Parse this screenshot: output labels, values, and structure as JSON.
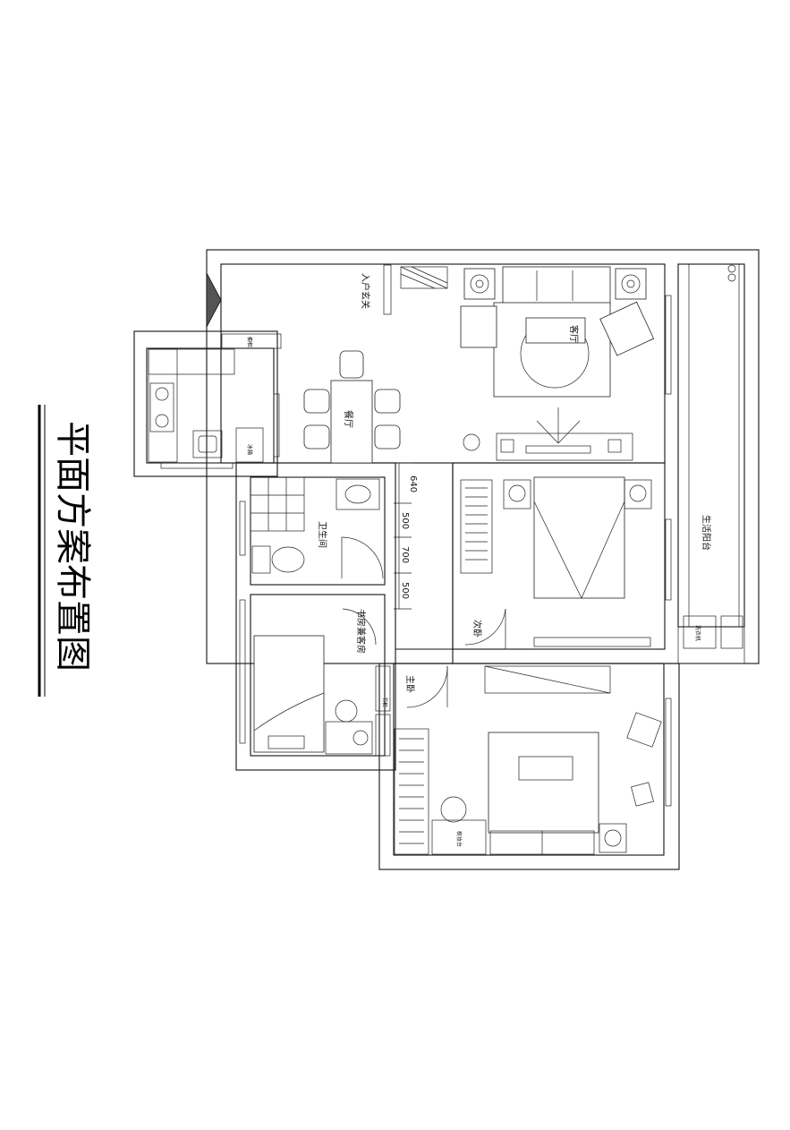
{
  "title": "平面方案布置图",
  "rooms": {
    "entrance": "入户玄关",
    "living": "客厅",
    "dining": "餐厅",
    "bathroom": "卫生间",
    "balcony": "生活阳台",
    "second_bedroom": "次卧",
    "study_guest": "书房兼客房",
    "master_bedroom": "主卧"
  },
  "fixtures": {
    "fridge": "冰箱",
    "washer": "洗衣机",
    "dresser": "梳妆台",
    "cabinet": "橱柜",
    "bookcase": "书柜"
  },
  "dimensions": [
    "640",
    "500",
    "700",
    "500"
  ]
}
